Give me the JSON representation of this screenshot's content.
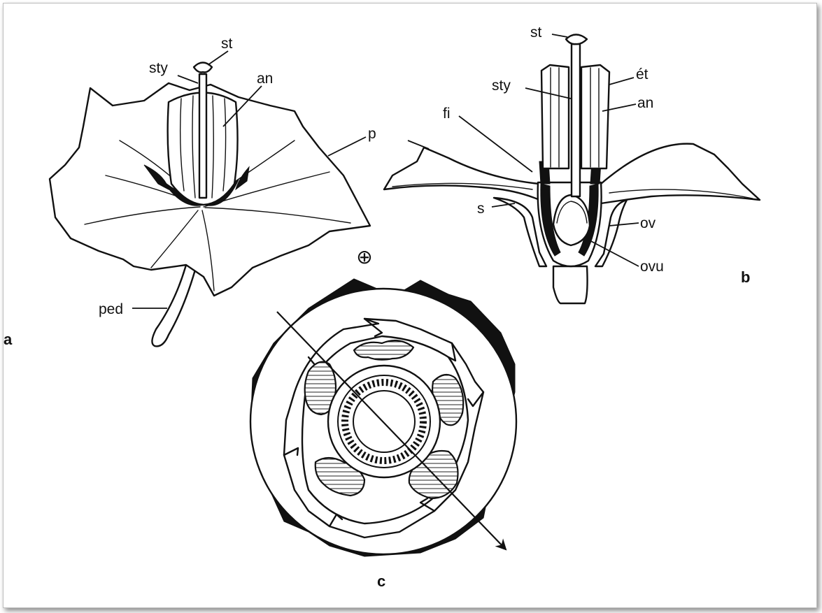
{
  "labels": {
    "st_a": "st",
    "sty_a": "sty",
    "an_a": "an",
    "p": "p",
    "ped": "ped",
    "st_b": "st",
    "sty_b": "sty",
    "fi": "fi",
    "et": "ét",
    "an_b": "an",
    "s": "s",
    "ov": "ov",
    "ovu": "ovu",
    "symbol": "⊕"
  },
  "panels": {
    "a": "a",
    "b": "b",
    "c": "c"
  }
}
